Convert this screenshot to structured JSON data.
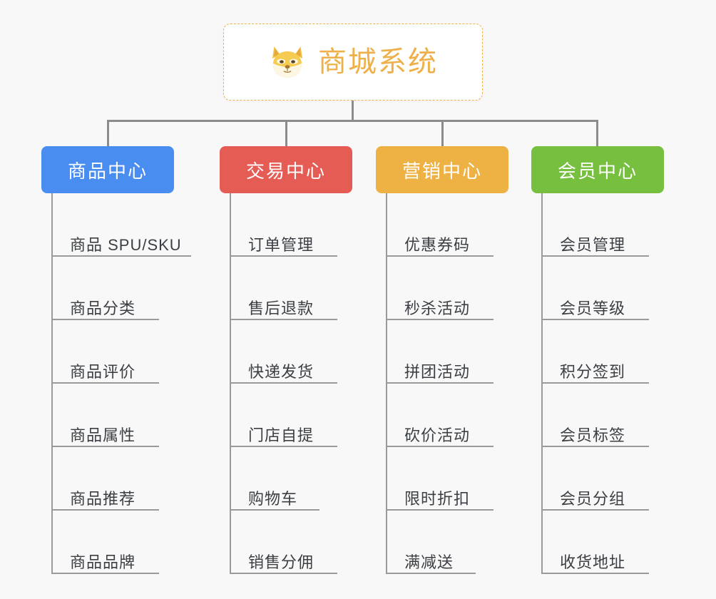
{
  "background_color": "#f8f8f8",
  "root": {
    "title": "商城系统",
    "icon": "shiba-dog-icon",
    "text_color": "#edb04a",
    "border_color": "#f0b24a",
    "background_color": "#ffffff"
  },
  "connector_color": "#8c8c8c",
  "leaf_text_color": "#3b3f43",
  "branches": [
    {
      "label": "商品中心",
      "color": "#4a8df0",
      "items": [
        "商品 SPU/SKU",
        "商品分类",
        "商品评价",
        "商品属性",
        "商品推荐",
        "商品品牌"
      ]
    },
    {
      "label": "交易中心",
      "color": "#e55c55",
      "items": [
        "订单管理",
        "售后退款",
        "快递发货",
        "门店自提",
        "购物车",
        "销售分佣"
      ]
    },
    {
      "label": "营销中心",
      "color": "#eeb244",
      "items": [
        "优惠券码",
        "秒杀活动",
        "拼团活动",
        "砍价活动",
        "限时折扣",
        "满减送"
      ]
    },
    {
      "label": "会员中心",
      "color": "#76bf3f",
      "items": [
        "会员管理",
        "会员等级",
        "积分签到",
        "会员标签",
        "会员分组",
        "收货地址"
      ]
    }
  ]
}
